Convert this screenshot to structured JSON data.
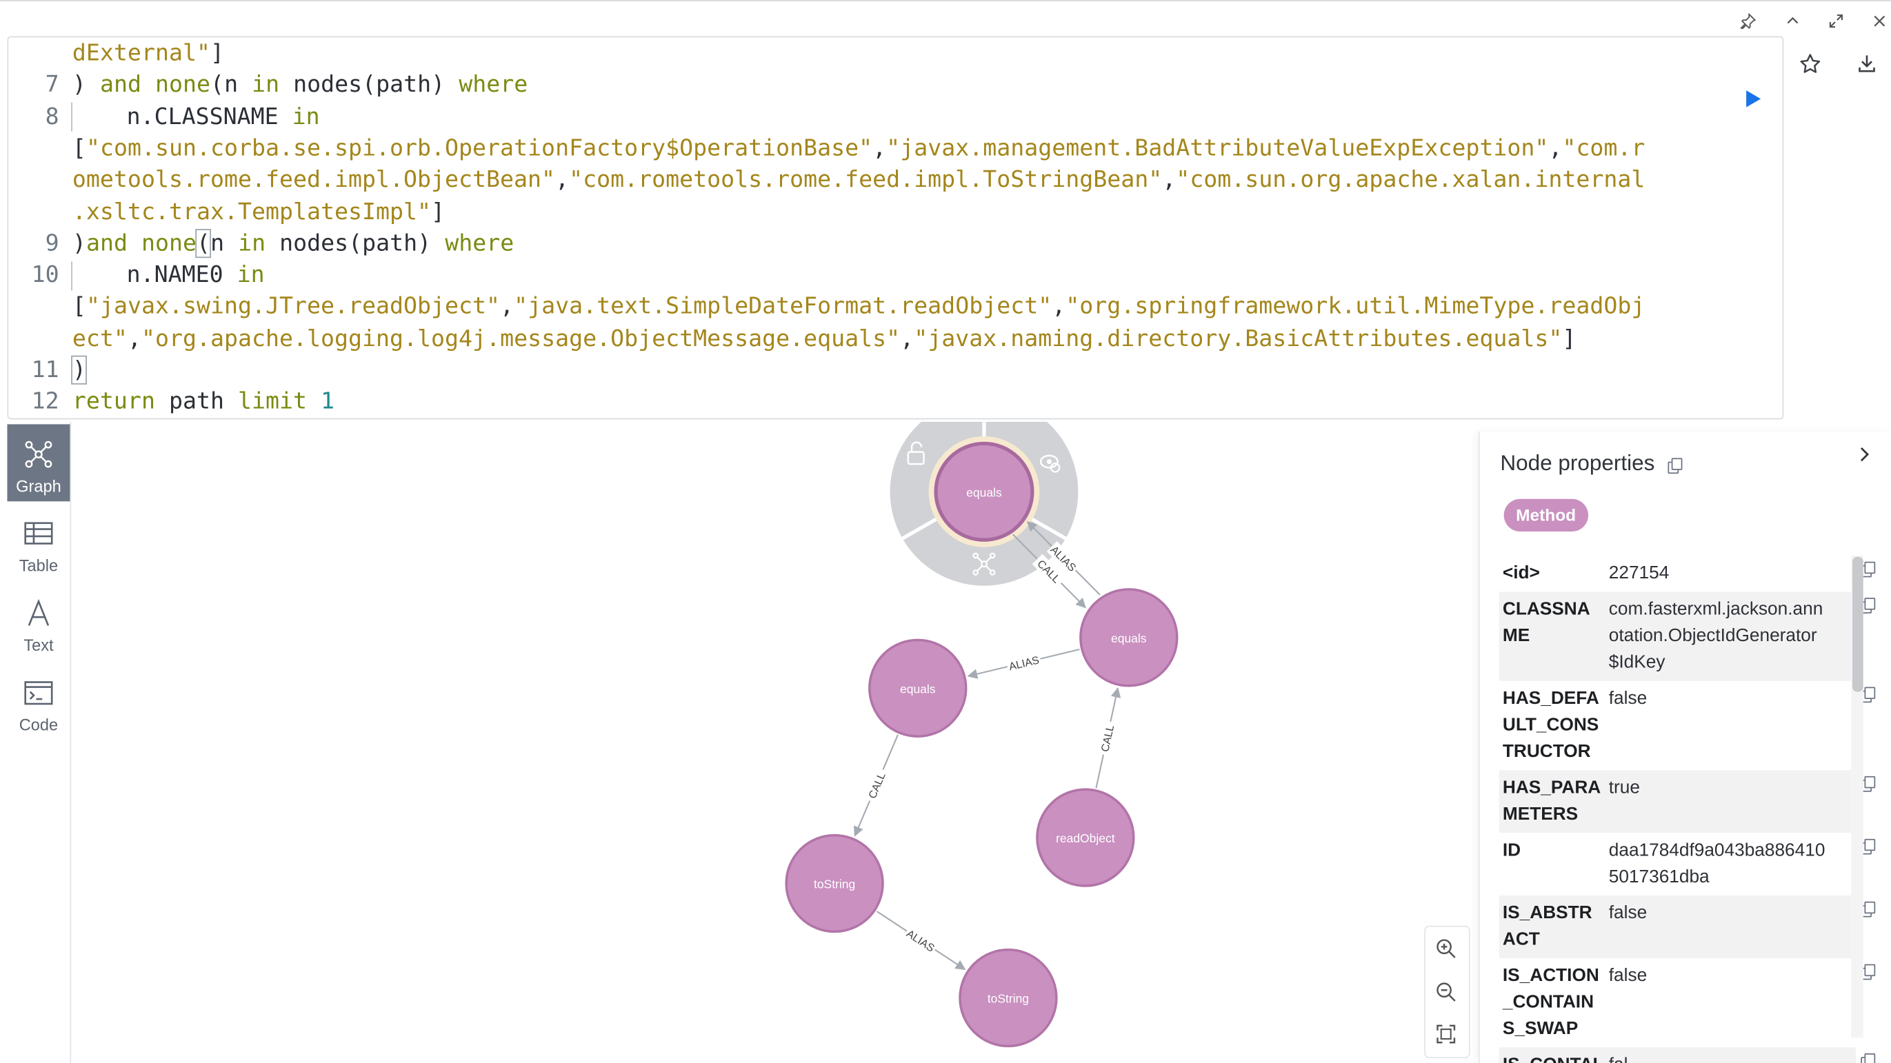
{
  "window_controls": {
    "pin": "pin-icon",
    "collapse": "chevron-up-icon",
    "expand": "expand-icon",
    "close": "close-icon"
  },
  "editor": {
    "lines": [
      {
        "num": "",
        "tokens": [
          {
            "t": "str",
            "v": "dExternal\""
          },
          {
            "t": "br",
            "v": "]"
          }
        ]
      },
      {
        "num": "7",
        "tokens": [
          {
            "t": "br",
            "v": ") "
          },
          {
            "t": "kw",
            "v": "and"
          },
          {
            "t": "id",
            "v": " "
          },
          {
            "t": "kw",
            "v": "none"
          },
          {
            "t": "br",
            "v": "("
          },
          {
            "t": "id",
            "v": "n "
          },
          {
            "t": "kw",
            "v": "in"
          },
          {
            "t": "id",
            "v": " nodes(path) "
          },
          {
            "t": "kw",
            "v": "where"
          }
        ]
      },
      {
        "num": "8",
        "indent": true,
        "tokens": [
          {
            "t": "id",
            "v": "n.CLASSNAME "
          },
          {
            "t": "kw",
            "v": "in"
          }
        ]
      },
      {
        "num": "",
        "tokens": [
          {
            "t": "br",
            "v": "["
          },
          {
            "t": "str",
            "v": "\"com.sun.corba.se.spi.orb.OperationFactory$OperationBase\""
          },
          {
            "t": "br",
            "v": ","
          },
          {
            "t": "str",
            "v": "\"javax.management.BadAttributeValueExpException\""
          },
          {
            "t": "br",
            "v": ","
          },
          {
            "t": "str",
            "v": "\"com.r"
          }
        ]
      },
      {
        "num": "",
        "tokens": [
          {
            "t": "str",
            "v": "ometools.rome.feed.impl.ObjectBean\""
          },
          {
            "t": "br",
            "v": ","
          },
          {
            "t": "str",
            "v": "\"com.rometools.rome.feed.impl.ToStringBean\""
          },
          {
            "t": "br",
            "v": ","
          },
          {
            "t": "str",
            "v": "\"com.sun.org.apache.xalan.internal"
          }
        ]
      },
      {
        "num": "",
        "tokens": [
          {
            "t": "str",
            "v": ".xsltc.trax.TemplatesImpl\""
          },
          {
            "t": "br",
            "v": "]"
          }
        ]
      },
      {
        "num": "9",
        "tokens": [
          {
            "t": "br",
            "v": ")"
          },
          {
            "t": "kw",
            "v": "and"
          },
          {
            "t": "id",
            "v": " "
          },
          {
            "t": "kw",
            "v": "none"
          },
          {
            "t": "hl",
            "v": "("
          },
          {
            "t": "id",
            "v": "n "
          },
          {
            "t": "kw",
            "v": "in"
          },
          {
            "t": "id",
            "v": " nodes(path) "
          },
          {
            "t": "kw",
            "v": "where"
          }
        ]
      },
      {
        "num": "10",
        "indent": true,
        "tokens": [
          {
            "t": "id",
            "v": "n.NAME0 "
          },
          {
            "t": "kw",
            "v": "in"
          }
        ]
      },
      {
        "num": "",
        "tokens": [
          {
            "t": "br",
            "v": "["
          },
          {
            "t": "str",
            "v": "\"javax.swing.JTree.readObject\""
          },
          {
            "t": "br",
            "v": ","
          },
          {
            "t": "str",
            "v": "\"java.text.SimpleDateFormat.readObject\""
          },
          {
            "t": "br",
            "v": ","
          },
          {
            "t": "str",
            "v": "\"org.springframework.util.MimeType.readObj"
          }
        ]
      },
      {
        "num": "",
        "tokens": [
          {
            "t": "str",
            "v": "ect\""
          },
          {
            "t": "br",
            "v": ","
          },
          {
            "t": "str",
            "v": "\"org.apache.logging.log4j.message.ObjectMessage.equals\""
          },
          {
            "t": "br",
            "v": ","
          },
          {
            "t": "str",
            "v": "\"javax.naming.directory.BasicAttributes.equals\""
          },
          {
            "t": "br",
            "v": "]"
          }
        ]
      },
      {
        "num": "11",
        "tokens": [
          {
            "t": "hl",
            "v": ")"
          }
        ]
      },
      {
        "num": "12",
        "tokens": [
          {
            "t": "kw",
            "v": "return"
          },
          {
            "t": "id",
            "v": " path "
          },
          {
            "t": "kw",
            "v": "limit"
          },
          {
            "t": "id",
            "v": " "
          },
          {
            "t": "num",
            "v": "1"
          }
        ]
      }
    ],
    "actions": {
      "run": "play-icon",
      "favorite": "star-icon",
      "download": "download-icon"
    }
  },
  "sidebar": {
    "items": [
      {
        "label": "Graph",
        "icon": "graph-icon"
      },
      {
        "label": "Table",
        "icon": "table-icon"
      },
      {
        "label": "Text",
        "icon": "text-icon"
      },
      {
        "label": "Code",
        "icon": "code-icon"
      }
    ],
    "active": "Graph"
  },
  "graph": {
    "node_color": "#c990c0",
    "node_border": "#b274a8",
    "nodes": [
      {
        "id": "n1",
        "label": "equals",
        "selected": true
      },
      {
        "id": "n2",
        "label": "equals"
      },
      {
        "id": "n3",
        "label": "equals"
      },
      {
        "id": "n4",
        "label": "readObject"
      },
      {
        "id": "n5",
        "label": "toString"
      },
      {
        "id": "n6",
        "label": "toString"
      }
    ],
    "relationships": [
      {
        "from": "n1",
        "to": "n2",
        "label": "CALL"
      },
      {
        "from": "n2",
        "to": "n1",
        "label": "ALIAS"
      },
      {
        "from": "n2",
        "to": "n3",
        "label": "ALIAS"
      },
      {
        "from": "n4",
        "to": "n2",
        "label": "CALL"
      },
      {
        "from": "n3",
        "to": "n5",
        "label": "CALL"
      },
      {
        "from": "n5",
        "to": "n6",
        "label": "ALIAS"
      }
    ],
    "ring_icons": [
      "unlock-icon",
      "hide-icon",
      "expand-graph-icon"
    ],
    "zoom": {
      "zoom_in": "zoom-in-icon",
      "zoom_out": "zoom-out-icon",
      "fit": "fit-icon"
    }
  },
  "properties": {
    "title": "Node properties",
    "label_badge": "Method",
    "rows": [
      {
        "key": "<id>",
        "value": "227154"
      },
      {
        "key": "CLASSNAME",
        "value": "com.fasterxml.jackson.annotation.ObjectIdGenerator$IdKey"
      },
      {
        "key": "HAS_DEFAULT_CONSTRUCTOR",
        "value": "false"
      },
      {
        "key": "HAS_PARAMETERS",
        "value": "true"
      },
      {
        "key": "ID",
        "value": "daa1784df9a043ba8864105017361dba"
      },
      {
        "key": "IS_ABSTRACT",
        "value": "false"
      },
      {
        "key": "IS_ACTION_CONTAINS_SWAP",
        "value": "false"
      },
      {
        "key": "IS_CONTAI",
        "value": "fal"
      }
    ]
  }
}
